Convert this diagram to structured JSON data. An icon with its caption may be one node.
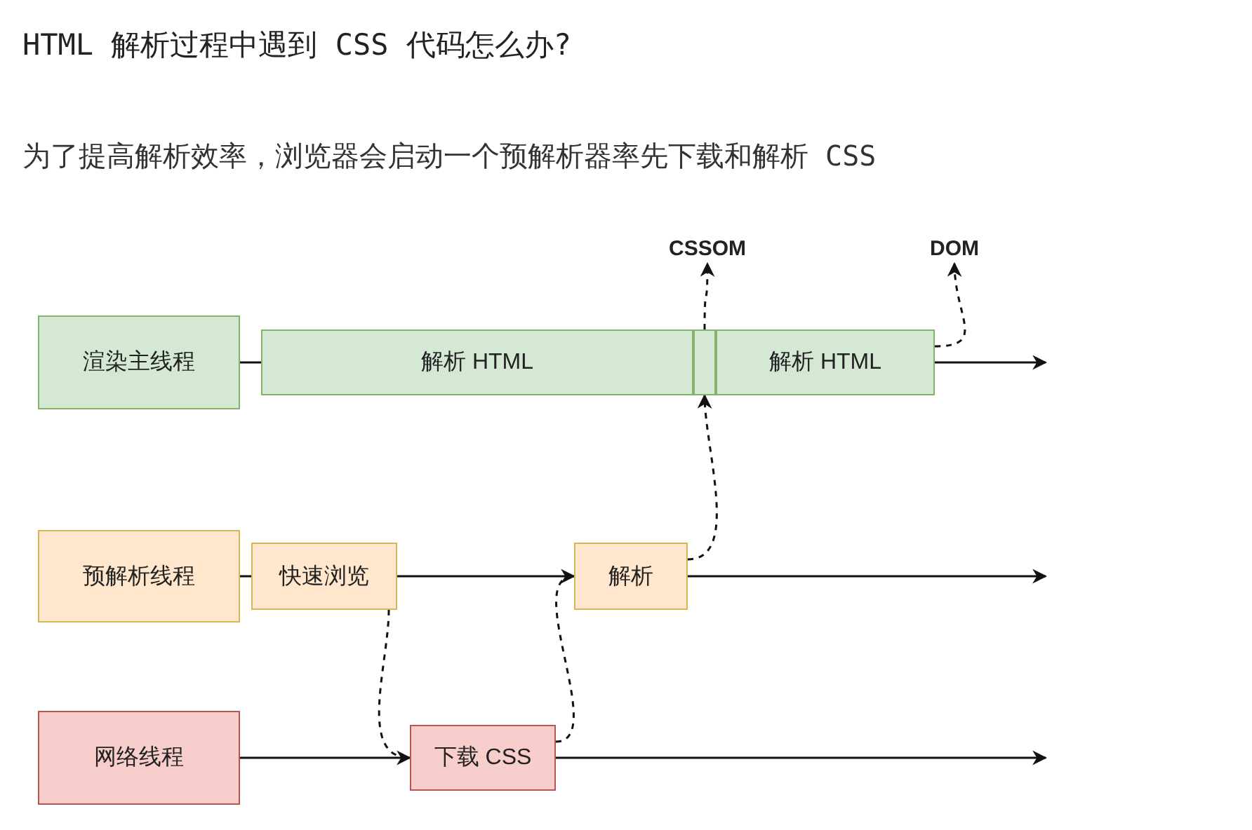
{
  "diagram": {
    "title": "HTML 解析过程中遇到 CSS 代码怎么办?",
    "nodes": [
      {
        "text": [
          "渲染主线程"
        ]
      },
      {
        "text": [
          "解析 HTML"
        ]
      },
      {
        "text": [],
        "shape": "bar"
      },
      {
        "text": [
          "解析 HTML"
        ]
      },
      {
        "text": [
          "CSSOM"
        ]
      },
      {
        "text": [
          "DOM"
        ]
      },
      {
        "text": [
          "预解析线程"
        ]
      },
      {
        "text": [
          "快速浏览"
        ]
      },
      {
        "text": [
          "解析"
        ]
      },
      {
        "text": [
          "网络线程"
        ]
      },
      {
        "text": [
          "下载 CSS"
        ]
      }
    ],
    "edges": [
      {
        "from": 0,
        "to": 1,
        "arrow": "none"
      },
      {
        "from": 2,
        "to": 4,
        "arrow": "to",
        "style": "dashed"
      },
      {
        "from": 3,
        "to": 5,
        "arrow": "to",
        "style": "dashed"
      },
      {
        "from": 3,
        "to": null,
        "arrow": "to"
      },
      {
        "from": 6,
        "to": 7,
        "arrow": "none"
      },
      {
        "from": 7,
        "to": 8,
        "arrow": "none"
      },
      {
        "from": 8,
        "to": 2,
        "arrow": "to",
        "style": "dashed"
      },
      {
        "from": 8,
        "to": null,
        "arrow": "to"
      },
      {
        "from": 9,
        "to": 10,
        "arrow": "none"
      },
      {
        "from": 10,
        "to": null,
        "arrow": "to"
      },
      {
        "from": 7,
        "to": 10,
        "arrow": "to",
        "style": "dashed"
      },
      {
        "from": 10,
        "to": 8,
        "arrow": "to",
        "style": "dashed"
      }
    ],
    "labels": [
      "为了提高解析效率，浏览器会启动一个预解析器率先下载和解析 CSS"
    ]
  }
}
